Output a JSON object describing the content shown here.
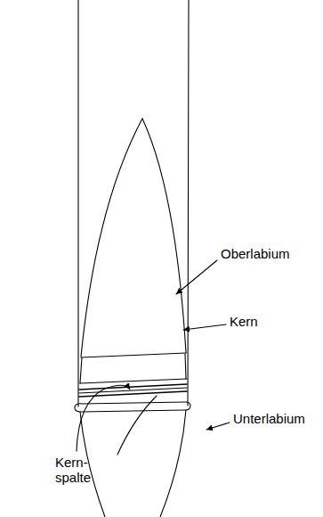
{
  "diagram": {
    "labels": [
      "Oberlabium",
      "Kern",
      "Unterlabium",
      "Kern- spalte"
    ]
  }
}
